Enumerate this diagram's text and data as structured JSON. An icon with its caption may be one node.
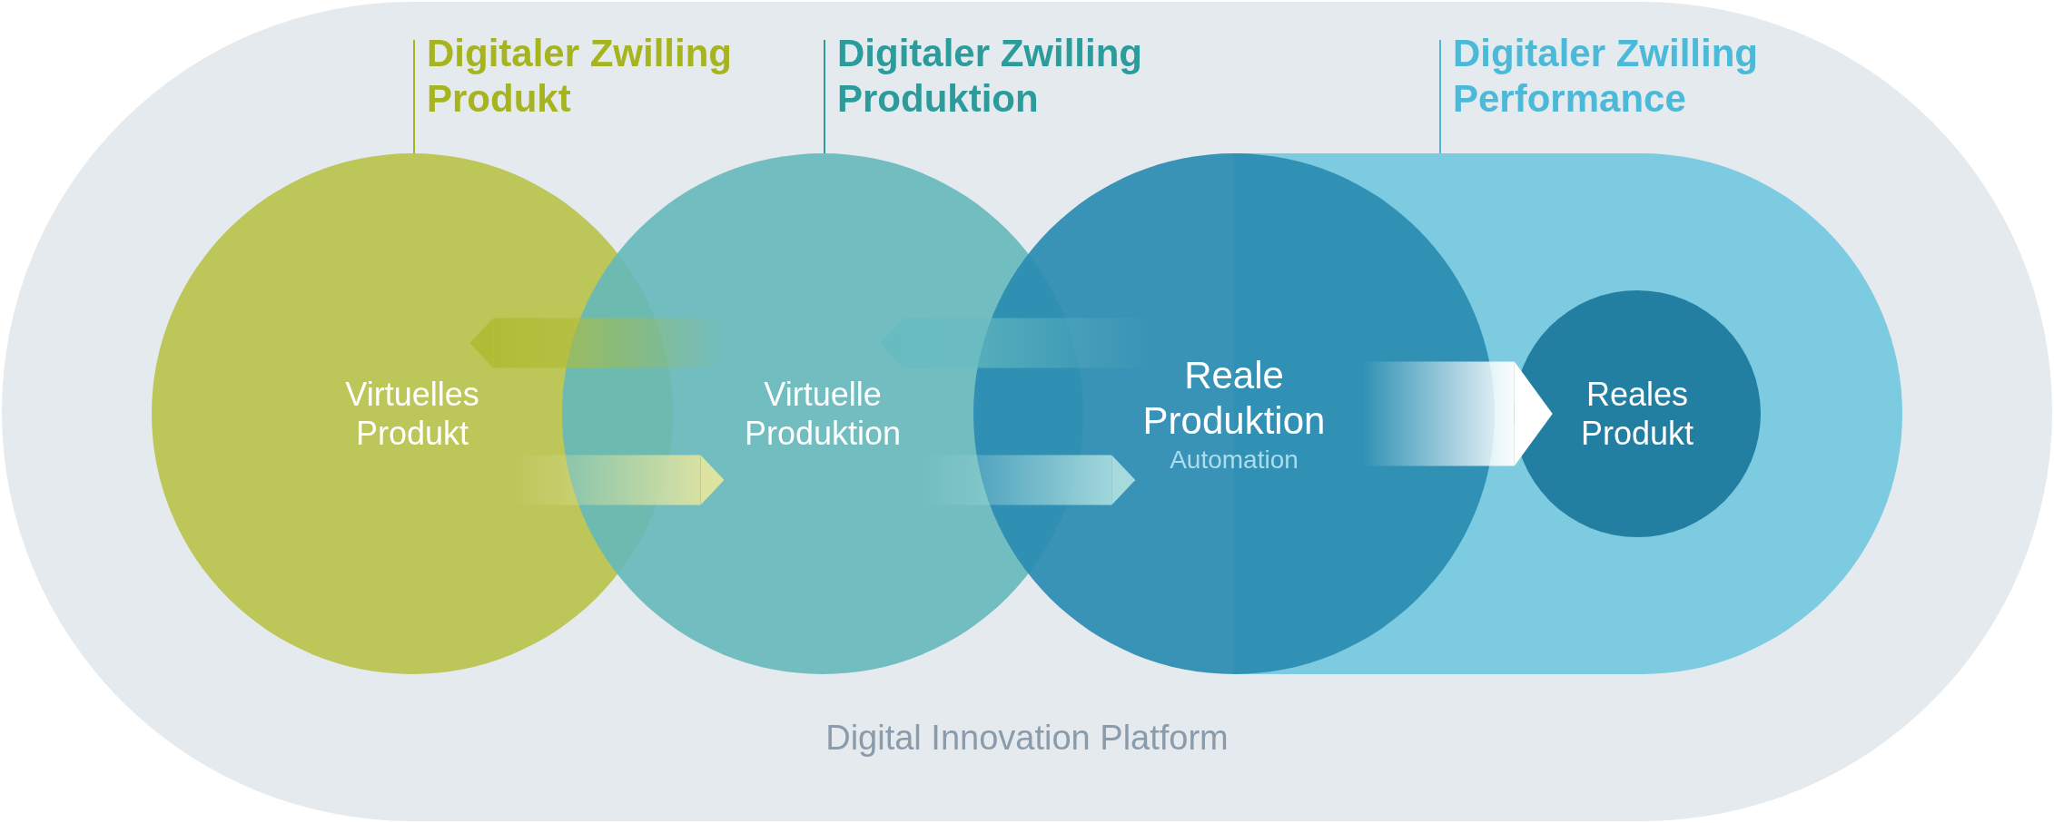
{
  "diagram": {
    "nodes": [
      {
        "text": [
          "Digital Innovation Platform"
        ]
      },
      {
        "text": [
          "Digitaler Zwilling Produkt"
        ],
        "in": 0
      },
      {
        "text": [
          "Digitaler Zwilling Produktion"
        ],
        "in": 0
      },
      {
        "text": [
          "Digitaler Zwilling Performance"
        ],
        "in": 0
      },
      {
        "text": [
          "Virtuelles Produkt"
        ],
        "in": 0
      },
      {
        "text": [
          "Virtuelle Produktion"
        ],
        "in": 0
      },
      {
        "text": [
          "Reale Produktion",
          "Automation"
        ],
        "in": 0
      },
      {
        "text": [],
        "shape": "box",
        "in": 0
      },
      {
        "text": [
          "Reales Produkt"
        ],
        "in": 7
      }
    ],
    "edges": [
      {
        "from": 1,
        "to": 4,
        "arrow": "none",
        "color": "#a6b41f"
      },
      {
        "from": 2,
        "to": 5,
        "arrow": "none",
        "color": "#2b9c9b"
      },
      {
        "from": 3,
        "to": 7,
        "arrow": "none",
        "color": "#4bb9d8"
      },
      {
        "from": 4,
        "to": 5,
        "arrow": "to",
        "color": "#dde3a0"
      },
      {
        "from": 5,
        "to": 4,
        "arrow": "to",
        "color": "#b0bc36"
      },
      {
        "from": 5,
        "to": 6,
        "arrow": "to",
        "color": "#a6dadd"
      },
      {
        "from": 6,
        "to": 5,
        "arrow": "to",
        "color": "#68bcc0"
      },
      {
        "from": 6,
        "to": 8,
        "arrow": "to",
        "color": "#ffffff"
      }
    ]
  }
}
